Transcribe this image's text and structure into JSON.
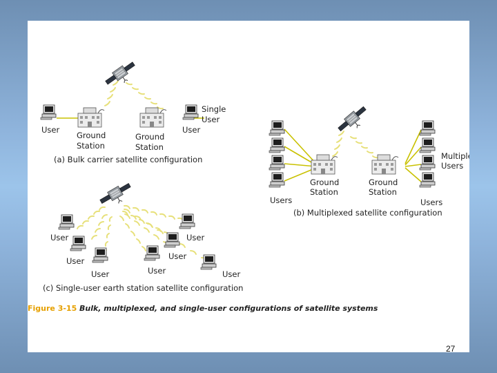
{
  "panel_a": {
    "user_left": "User",
    "ground_station_1": [
      "Ground",
      "Station"
    ],
    "ground_station_2": [
      "Ground",
      "Station"
    ],
    "single_user": [
      "Single",
      "User"
    ],
    "user_right": "User",
    "caption": "(a) Bulk carrier satellite configuration"
  },
  "panel_b": {
    "users_left": "Users",
    "ground_station_1": [
      "Ground",
      "Station"
    ],
    "ground_station_2": [
      "Ground",
      "Station"
    ],
    "multiple_users": [
      "Multiple",
      "Users"
    ],
    "users_right": "Users",
    "caption": "(b) Multiplexed satellite configuration"
  },
  "panel_c": {
    "user_labels": [
      "User",
      "User",
      "User",
      "User",
      "User",
      "User",
      "User"
    ],
    "caption": "(c) Single-user earth station satellite configuration"
  },
  "figure": {
    "number": "Figure 3-15",
    "title": "Bulk, multiplexed, and single-user configurations of satellite systems"
  },
  "page_number": "27",
  "colors": {
    "link": "#c9c100",
    "wave": "#e7e07a",
    "figure_number": "#e6a000"
  }
}
